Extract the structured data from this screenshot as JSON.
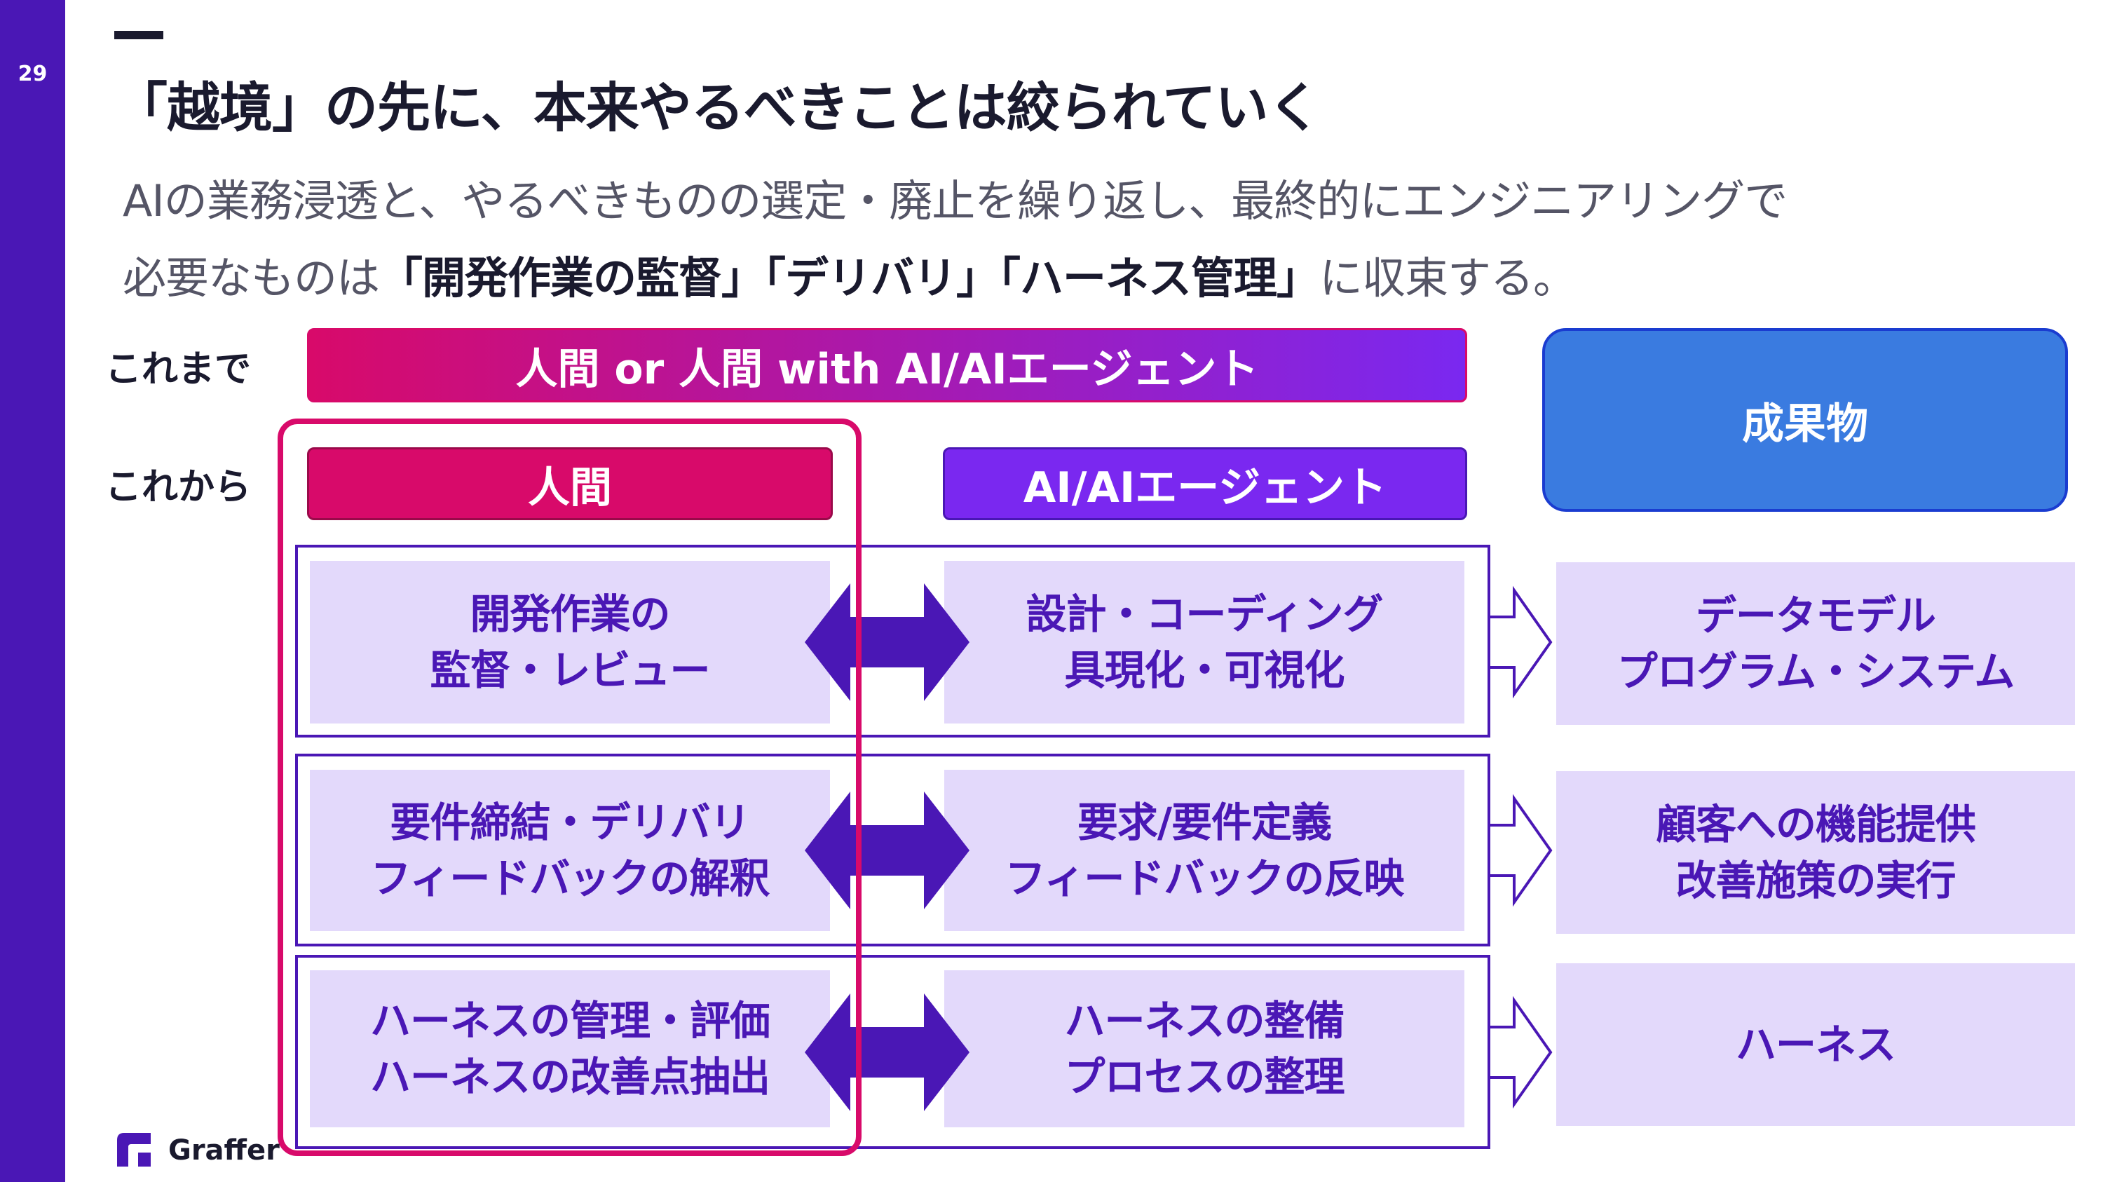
{
  "page_number": "29",
  "title": "「越境」の先に、本来やるべきことは絞られていく",
  "subtitle": {
    "line1": "AIの業務浸透と、やるべきものの選定・廃止を繰り返し、最終的にエンジニアリングで",
    "line2_prefix": "必要なものは",
    "line2_bold": "「開発作業の監督」「デリバリ」「ハーネス管理」",
    "line2_suffix": "に収束する。"
  },
  "labels": {
    "before": "これまで",
    "after": "これから"
  },
  "headers": {
    "before_bar": "人間 or 人間 with AI/AIエージェント",
    "human": "人間",
    "agent": "AI/AIエージェント",
    "output": "成果物"
  },
  "rows": [
    {
      "human": "開発作業の\n監督・レビュー",
      "agent": "設計・コーディング\n具現化・可視化",
      "output": "データモデル\nプログラム・システム"
    },
    {
      "human": "要件締結・デリバリ\nフィードバックの解釈",
      "agent": "要求/要件定義\nフィードバックの反映",
      "output": "顧客への機能提供\n改善施策の実行"
    },
    {
      "human": "ハーネスの管理・評価\nハーネスの改善点抽出",
      "agent": "ハーネスの整備\nプロセスの整理",
      "output": "ハーネス"
    }
  ],
  "logo": {
    "name": "Graffer"
  },
  "colors": {
    "sidebar": "#4a17b5",
    "magenta": "#d80a6a",
    "purple": "#7a28f0",
    "box_fill": "#e3d9fb",
    "output_header": "#3a7be0"
  }
}
